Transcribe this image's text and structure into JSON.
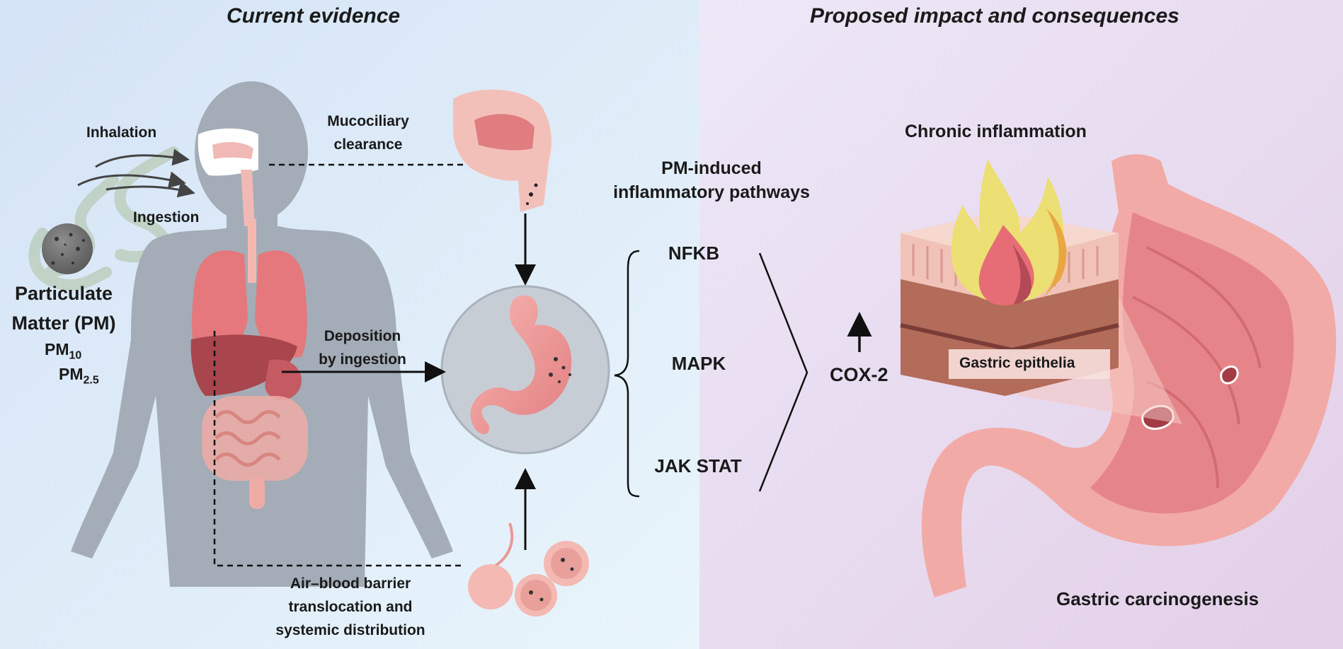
{
  "left_panel": {
    "title": "Current evidence",
    "inhalation": "Inhalation",
    "ingestion": "Ingestion",
    "mucociliary_l1": "Mucociliary",
    "mucociliary_l2": "clearance",
    "deposition_l1": "Deposition",
    "deposition_l2": "by ingestion",
    "barrier_l1": "Air–blood barrier",
    "barrier_l2": "translocation and",
    "barrier_l3": "systemic distribution",
    "pm_l1": "Particulate",
    "pm_l2": "Matter (PM)",
    "pm10_main": "PM",
    "pm10_sub": "10",
    "pm25_main": "PM",
    "pm25_sub": "2.5"
  },
  "right_panel": {
    "title": "Proposed impact and consequences",
    "pathways_l1": "PM-induced",
    "pathways_l2": "inflammatory pathways",
    "pathways": [
      "NFKB",
      "MAPK",
      "JAK STAT"
    ],
    "cox2": "COX-2",
    "chronic": "Chronic inflammation",
    "epithelia": "Gastric epithelia",
    "carcinogenesis": "Gastric carcinogenesis"
  },
  "colors": {
    "left_bg": "#dbe9f7",
    "right_bg": "#e9dff1",
    "silhouette": "#a3acb7",
    "stomach": "#f0a3a0",
    "organ_red": "#d9646a",
    "flame_yellow": "#ecdf73",
    "text": "#1a1a1a"
  }
}
